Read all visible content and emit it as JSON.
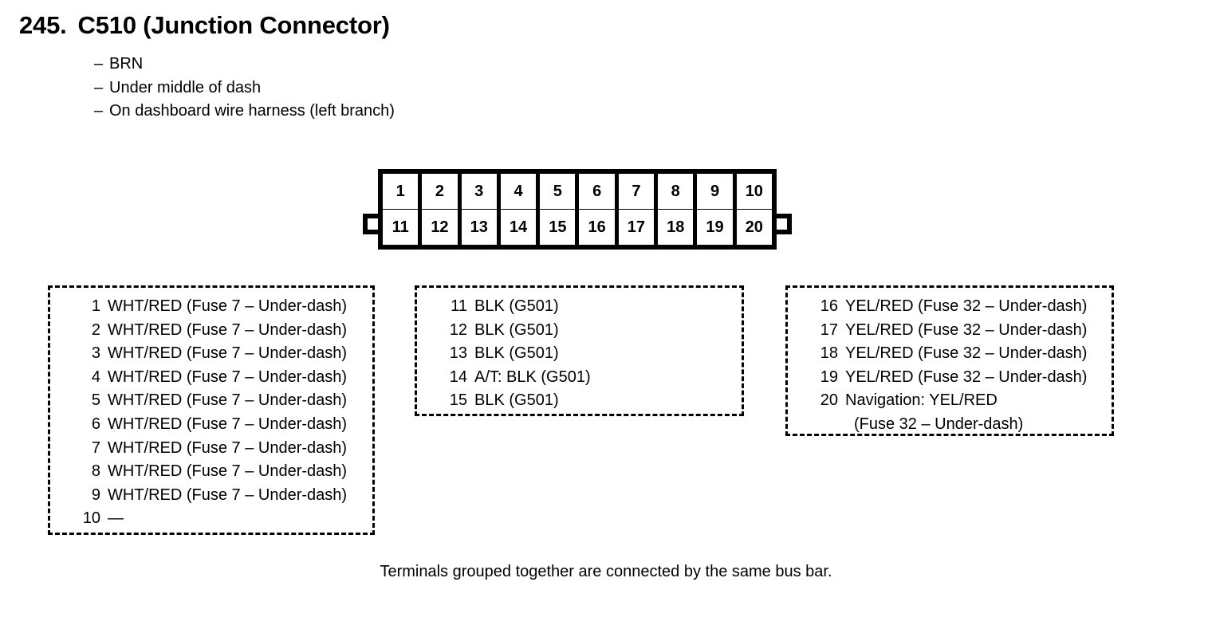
{
  "heading": {
    "number": "245.",
    "title": "C510 (Junction Connector)"
  },
  "descriptors": [
    {
      "dash": "–",
      "text": "BRN"
    },
    {
      "dash": "–",
      "text": "Under middle of dash"
    },
    {
      "dash": "–",
      "text": "On dashboard wire harness (left branch)"
    }
  ],
  "connector": {
    "top_row": [
      "1",
      "2",
      "3",
      "4",
      "5",
      "6",
      "7",
      "8",
      "9",
      "10"
    ],
    "bottom_row": [
      "11",
      "12",
      "13",
      "14",
      "15",
      "16",
      "17",
      "18",
      "19",
      "20"
    ]
  },
  "terminal_groups": {
    "left": [
      {
        "pin": "1",
        "label": "WHT/RED (Fuse 7 – Under-dash)"
      },
      {
        "pin": "2",
        "label": "WHT/RED (Fuse 7 – Under-dash)"
      },
      {
        "pin": "3",
        "label": "WHT/RED (Fuse 7 – Under-dash)"
      },
      {
        "pin": "4",
        "label": "WHT/RED (Fuse 7 – Under-dash)"
      },
      {
        "pin": "5",
        "label": "WHT/RED (Fuse 7 – Under-dash)"
      },
      {
        "pin": "6",
        "label": "WHT/RED (Fuse 7 – Under-dash)"
      },
      {
        "pin": "7",
        "label": "WHT/RED (Fuse 7 – Under-dash)"
      },
      {
        "pin": "8",
        "label": "WHT/RED (Fuse 7 – Under-dash)"
      },
      {
        "pin": "9",
        "label": "WHT/RED (Fuse 7 – Under-dash)"
      },
      {
        "pin": "10",
        "label": "—"
      }
    ],
    "middle": [
      {
        "pin": "11",
        "label": "BLK (G501)"
      },
      {
        "pin": "12",
        "label": "BLK (G501)"
      },
      {
        "pin": "13",
        "label": "BLK (G501)"
      },
      {
        "pin": "14",
        "label": "A/T: BLK (G501)"
      },
      {
        "pin": "15",
        "label": "BLK (G501)"
      }
    ],
    "right": [
      {
        "pin": "16",
        "label": "YEL/RED (Fuse 32 – Under-dash)"
      },
      {
        "pin": "17",
        "label": "YEL/RED (Fuse 32 – Under-dash)"
      },
      {
        "pin": "18",
        "label": "YEL/RED (Fuse 32 – Under-dash)"
      },
      {
        "pin": "19",
        "label": "YEL/RED (Fuse 32 – Under-dash)"
      },
      {
        "pin": "20",
        "label": "Navigation: YEL/RED"
      },
      {
        "pin": "",
        "label": "(Fuse 32 – Under-dash)",
        "continuation": true
      }
    ]
  },
  "footer_note": "Terminals grouped together are connected by the same bus bar."
}
